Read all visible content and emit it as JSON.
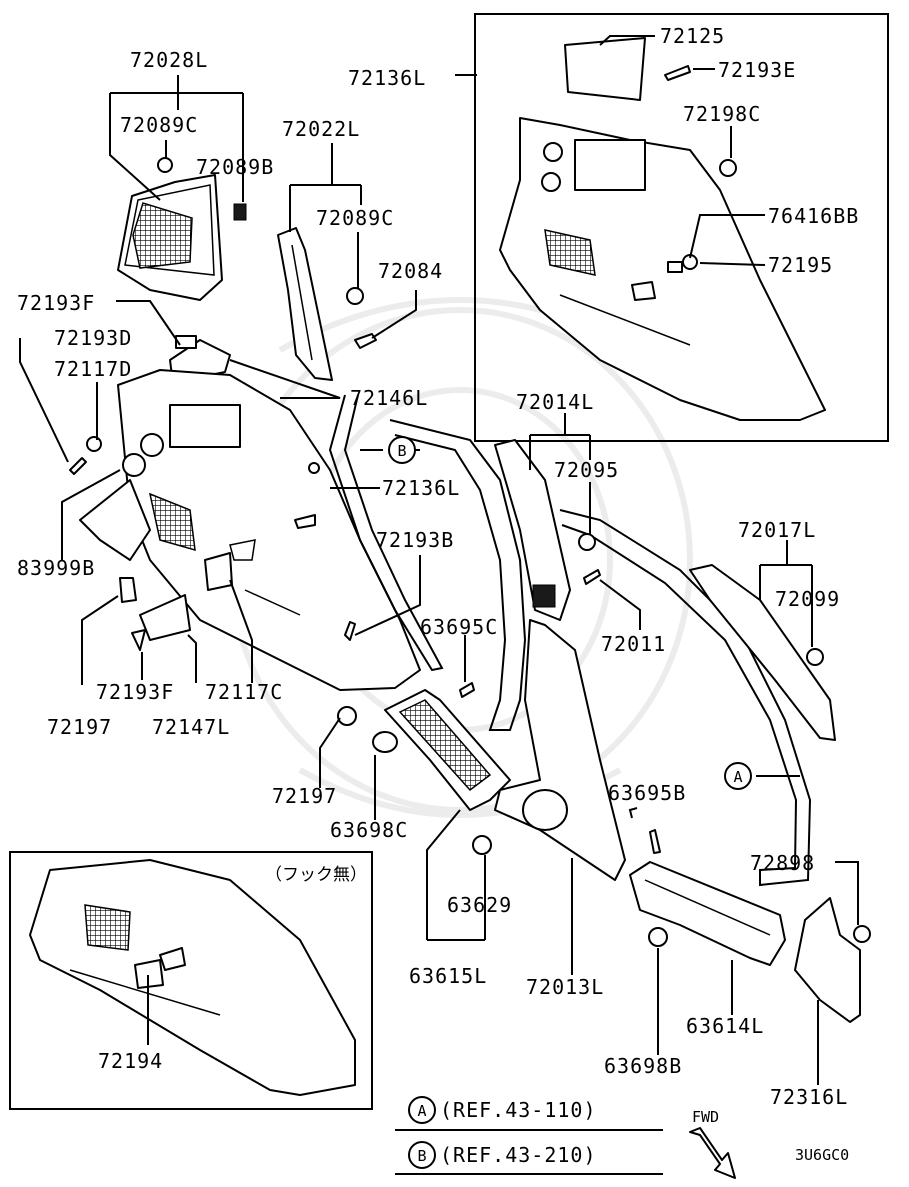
{
  "part_labels": {
    "p72028L": "72028L",
    "p72089C_a": "72089C",
    "p72089B": "72089B",
    "p72022L": "72022L",
    "p72089C_b": "72089C",
    "p72084": "72084",
    "p72193F_a": "72193F",
    "p72193D": "72193D",
    "p72117D": "72117D",
    "p72146L": "72146L",
    "p72136L_a": "72136L",
    "p72136L_b": "72136L",
    "p72125": "72125",
    "p72193E": "72193E",
    "p72198C": "72198C",
    "p76416BB": "76416BB",
    "p72195": "72195",
    "p72014L": "72014L",
    "p72095": "72095",
    "p72017L": "72017L",
    "p72099": "72099",
    "p72011": "72011",
    "p83999B": "83999B",
    "p72193B": "72193B",
    "p63695C": "63695C",
    "p72193F_b": "72193F",
    "p72117C": "72117C",
    "p72197_a": "72197",
    "p72147L": "72147L",
    "p72197_b": "72197",
    "p63698C": "63698C",
    "p63695B": "63695B",
    "p72898": "72898",
    "p63629": "63629",
    "p63615L": "63615L",
    "p72013L": "72013L",
    "p63614L": "63614L",
    "p63698B": "63698B",
    "p72316L": "72316L",
    "p72194": "72194"
  },
  "callouts": {
    "a": "A",
    "b": "B"
  },
  "inset_note": "（フック無）",
  "references": {
    "ref_a": "(REF.43-110)",
    "ref_b": "(REF.43-210)"
  },
  "fwd_label": "FWD",
  "diagram_code": "3U6GC0",
  "colors": {
    "line": "#000000",
    "background": "#ffffff"
  }
}
